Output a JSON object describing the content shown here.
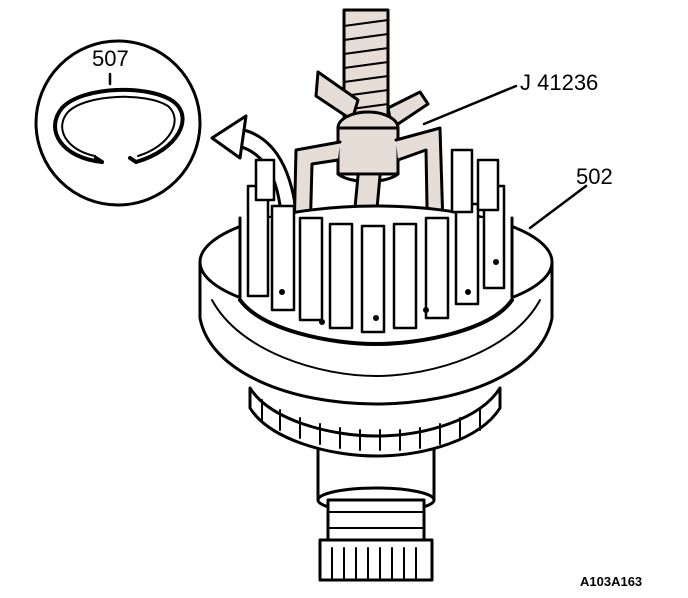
{
  "labels": {
    "part_507": "507",
    "tool": "J 41236",
    "part_502": "502",
    "figure_id": "A103A163"
  },
  "colors": {
    "line": "#000000",
    "tan": "#e6ddd6",
    "fill": "#ffffff"
  }
}
